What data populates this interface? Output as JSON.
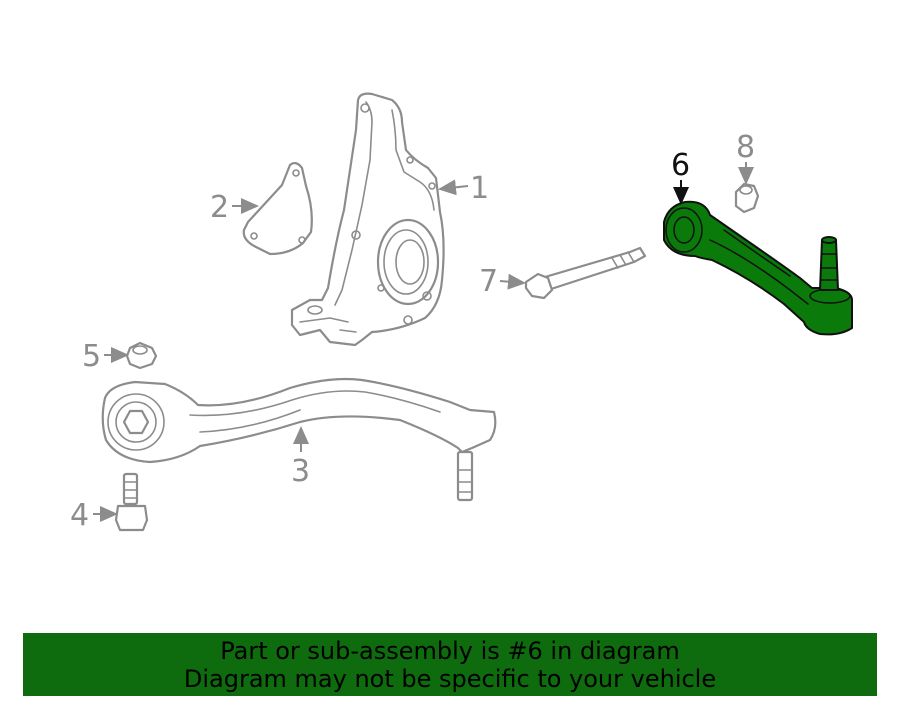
{
  "diagram": {
    "callouts": [
      "1",
      "2",
      "3",
      "4",
      "5",
      "6",
      "7",
      "8"
    ],
    "highlighted": "6",
    "highlight_color": "#0a7a0a"
  },
  "banner": {
    "line1": "Part or sub-assembly is #6 in diagram",
    "line2": "Diagram may not be specific to your vehicle",
    "background": "#0e6b0e"
  }
}
